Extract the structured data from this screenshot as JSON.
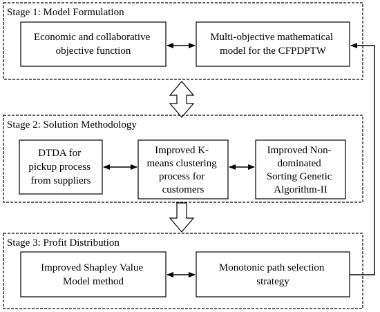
{
  "stages": [
    {
      "title": "Stage 1: Model Formulation",
      "boxes": [
        [
          "Economic and collaborative",
          "objective function"
        ],
        [
          "Multi-objective mathematical",
          "model for the CFPDPTW"
        ]
      ]
    },
    {
      "title": "Stage  2: Solution Methodology",
      "boxes": [
        [
          "DTDA for",
          "pickup process",
          "from suppliers"
        ],
        [
          "Improved K-",
          "means clustering",
          "process for",
          "customers"
        ],
        [
          "Improved  Non-",
          "dominated",
          "Sorting Genetic",
          "Algorithm-II"
        ]
      ]
    },
    {
      "title": "Stage 3: Profit Distribution",
      "boxes": [
        [
          "Improved Shapley Value",
          "Model method"
        ],
        [
          "Monotonic path selection",
          "strategy"
        ]
      ]
    }
  ]
}
